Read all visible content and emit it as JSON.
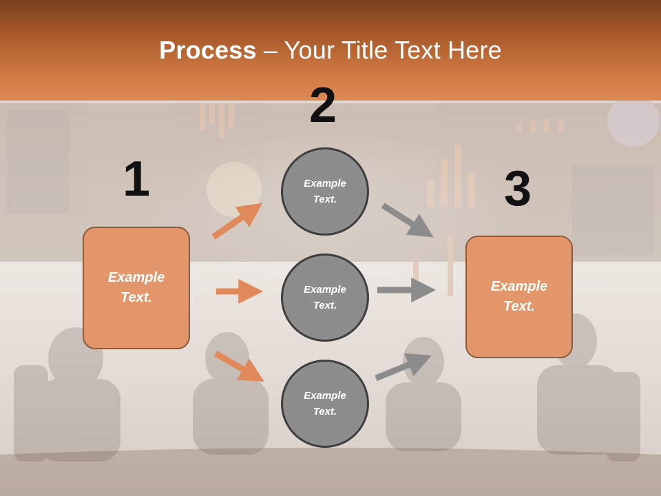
{
  "title": {
    "bold": "Process",
    "rest": " – Your Title Text Here"
  },
  "numbers": [
    "1",
    "2",
    "3"
  ],
  "boxes": [
    {
      "label": "Example\nText."
    },
    {
      "label": "Example\nText."
    }
  ],
  "circles": [
    {
      "label": "Example\nText."
    },
    {
      "label": "Example\nText."
    },
    {
      "label": "Example\nText."
    }
  ],
  "colors": {
    "header": "#c06a35",
    "box_fill": "#e2966a",
    "box_border": "#8a5a3c",
    "circle_fill": "#8d8d8d",
    "circle_border": "#3d3d3d",
    "arrow_orange": "#e08a5c",
    "arrow_gray": "#8c8c8c"
  }
}
